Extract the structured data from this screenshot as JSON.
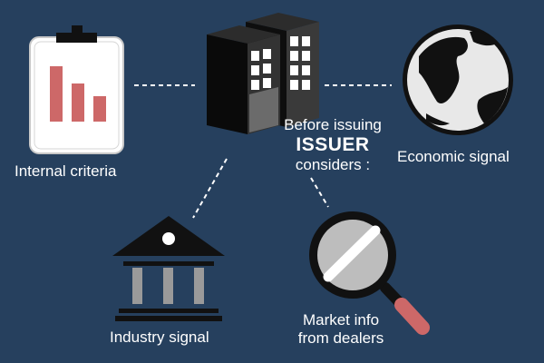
{
  "background_color": "#26405e",
  "accent_color": "#cd6868",
  "nodes": {
    "internal": {
      "icon": "clipboard-bar-chart-icon",
      "label": "Internal criteria"
    },
    "issuer": {
      "icon": "office-buildings-icon",
      "line1": "Before issuing",
      "line2": "ISSUER",
      "line3": "considers :"
    },
    "economic": {
      "icon": "globe-icon",
      "label": "Economic signal"
    },
    "industry": {
      "icon": "bank-building-icon",
      "label": "Industry signal"
    },
    "market": {
      "icon": "magnifying-glass-icon",
      "label_line1": "Market info",
      "label_line2": "from dealers"
    }
  }
}
